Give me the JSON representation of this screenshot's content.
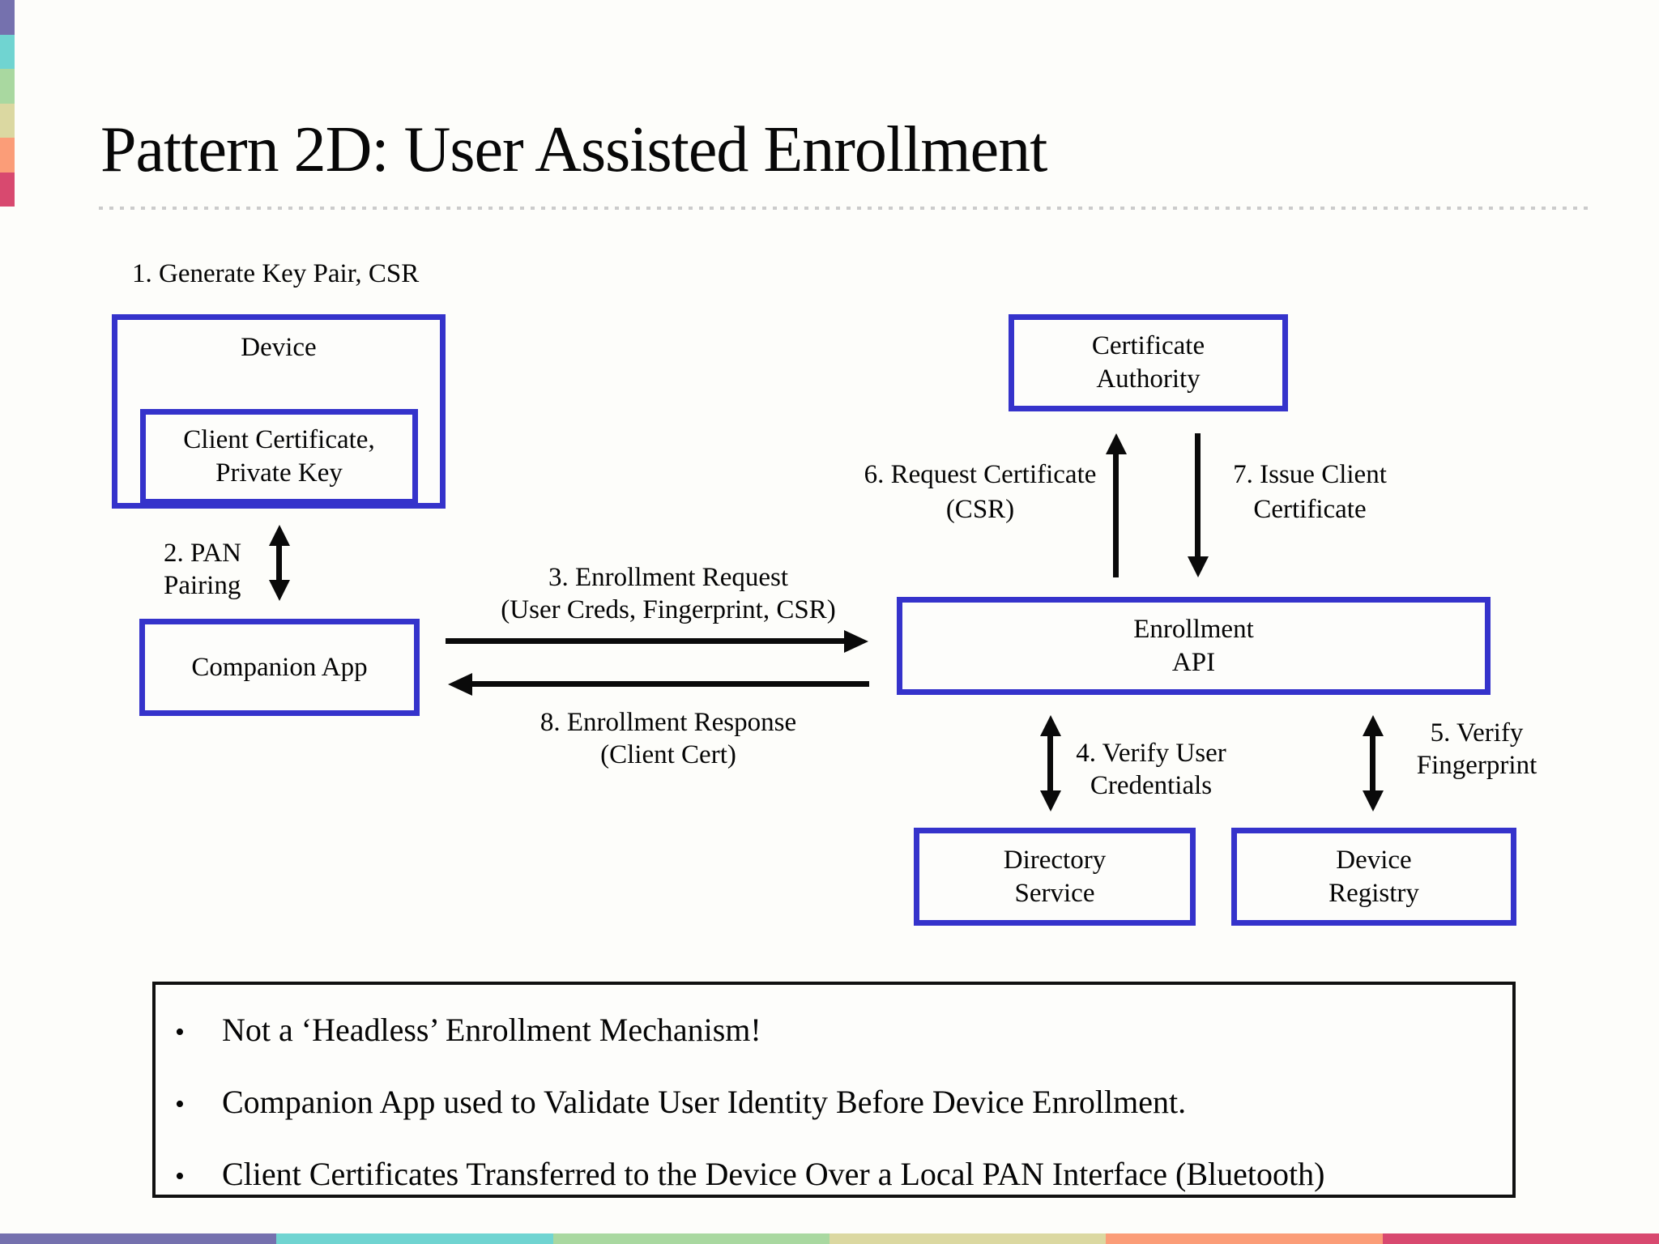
{
  "title": "Pattern 2D: User Assisted Enrollment",
  "colors": {
    "box_border_blue": "#3533cb",
    "note_border_black": "#111111",
    "arrow_black": "#0a0a0a",
    "strip": [
      "#7571ae",
      "#70d4d1",
      "#a9d8a0",
      "#dbd8a1",
      "#fb9d78",
      "#d8496f"
    ]
  },
  "diagram": {
    "step1": "1. Generate Key Pair, CSR",
    "device": "Device",
    "client_cert": {
      "line1": "Client Certificate,",
      "line2": "Private Key"
    },
    "step2": {
      "line1": "2. PAN",
      "line2": "Pairing"
    },
    "companion_app": "Companion App",
    "step3": {
      "line1": "3. Enrollment Request",
      "line2": "(User Creds, Fingerprint, CSR)"
    },
    "step8": {
      "line1": "8. Enrollment Response",
      "line2": "(Client Cert)"
    },
    "certificate_authority": {
      "line1": "Certificate",
      "line2": "Authority"
    },
    "step6": {
      "line1": "6. Request Certificate",
      "line2": "(CSR)"
    },
    "step7": {
      "line1": "7. Issue Client",
      "line2": "Certificate"
    },
    "enrollment_api": {
      "line1": "Enrollment",
      "line2": "API"
    },
    "step4": {
      "line1": "4. Verify User",
      "line2": "Credentials"
    },
    "step5": {
      "line1": "5. Verify",
      "line2": "Fingerprint"
    },
    "directory_service": {
      "line1": "Directory",
      "line2": "Service"
    },
    "device_registry": {
      "line1": "Device",
      "line2": "Registry"
    }
  },
  "notes": {
    "bullet_char": "•",
    "items": [
      "Not a ‘Headless’ Enrollment Mechanism!",
      "Companion App used to Validate User Identity Before Device Enrollment.",
      "Client Certificates Transferred to the Device Over a Local PAN Interface (Bluetooth)"
    ]
  }
}
